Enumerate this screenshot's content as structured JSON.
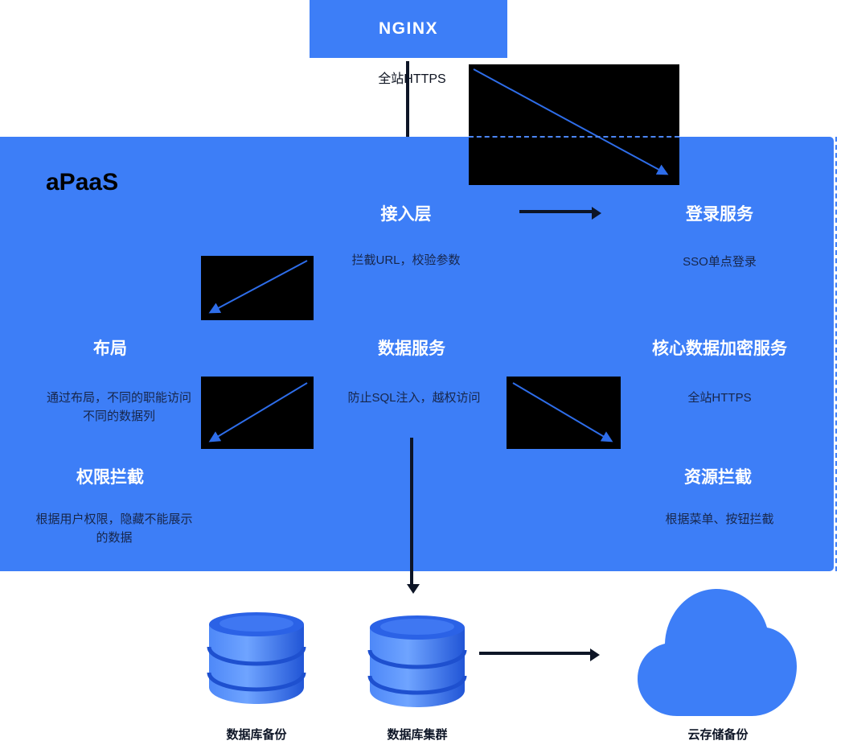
{
  "colors": {
    "primary_blue": "#3D7EF7",
    "arrow_blue": "#2E6DE9",
    "arrow_dark": "#0D1526",
    "black_box": "#000000",
    "subtitle_dark": "#17264A"
  },
  "nginx_label": "NGINX",
  "https_label": "全站HTTPS",
  "panel_title": "aPaaS",
  "nodes": [
    {
      "id": "access",
      "title": "接入层",
      "subtitle": "拦截URL，校验参数"
    },
    {
      "id": "login",
      "title": "登录服务",
      "subtitle": "SSO单点登录"
    },
    {
      "id": "layout",
      "title": "布局",
      "subtitle": "通过布局，不同的职能访问\n不同的数据列"
    },
    {
      "id": "data",
      "title": "数据服务",
      "subtitle": "防止SQL注入，越权访问"
    },
    {
      "id": "encrypt",
      "title": "核心数据加密服务",
      "subtitle": "全站HTTPS"
    },
    {
      "id": "permission",
      "title": "权限拦截",
      "subtitle": "根据用户权限，隐藏不能展示\n的数据"
    },
    {
      "id": "resource",
      "title": "资源拦截",
      "subtitle": "根据菜单、按钮拦截"
    }
  ],
  "storage": [
    {
      "id": "db-backup",
      "icon": "database-icon",
      "label": "数据库备份"
    },
    {
      "id": "db-cluster",
      "icon": "database-icon",
      "label": "数据库集群"
    },
    {
      "id": "cloud-backup",
      "icon": "cloud-icon",
      "label": "云存储备份"
    }
  ]
}
